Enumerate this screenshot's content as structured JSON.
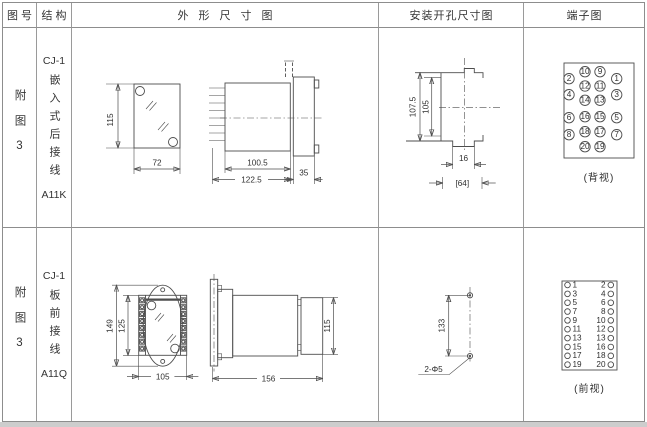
{
  "page": {
    "bg": "#ffffff",
    "line_color": "#4d4d4d",
    "border_color": "#8d8d8d"
  },
  "header": {
    "col_fig_no": "图号",
    "col_structure": "结构",
    "col_outline": "外形尺寸图",
    "col_install": "安装开孔尺寸图",
    "col_terminal": "端子图"
  },
  "rows": [
    {
      "fig_no": "附图3",
      "structure": {
        "model": "CJ-1",
        "mount": "嵌入式后接线",
        "code": "A11K"
      },
      "outline": {
        "front_height": "115",
        "front_width": "72",
        "body_depth": "100.5",
        "total_depth": "122.5",
        "flange_depth": "35"
      },
      "install": {
        "outer_height": "107.5",
        "inner_height": "105",
        "notch_width": "16",
        "opening_width": "[64]"
      },
      "terminal": {
        "view_label": "(背视)"
      }
    },
    {
      "fig_no": "附图3",
      "structure": {
        "model": "CJ-1",
        "mount": "板前接线",
        "code": "A11Q"
      },
      "outline": {
        "outer_height": "149",
        "inner_height": "125",
        "front_width": "105",
        "total_depth": "156",
        "rear_height": "115"
      },
      "install": {
        "hole_spacing": "133",
        "hole_spec": "2-Φ5"
      },
      "terminal": {
        "view_label": "(前视)"
      }
    }
  ],
  "terminals": {
    "rear_view": {
      "middle_rows": [
        [
          "10",
          "9"
        ],
        [
          "12",
          "11"
        ],
        [
          "14",
          "13"
        ],
        [
          "16",
          "15"
        ],
        [
          "18",
          "17"
        ],
        [
          "20",
          "19"
        ]
      ],
      "outer_rows": [
        [
          "2",
          "1"
        ],
        [
          "4",
          "3"
        ],
        [
          "6",
          "5"
        ],
        [
          "8",
          "7"
        ]
      ]
    },
    "front_view": {
      "rows": [
        [
          "1",
          "2"
        ],
        [
          "3",
          "4"
        ],
        [
          "5",
          "6"
        ],
        [
          "7",
          "8"
        ],
        [
          "9",
          "10"
        ],
        [
          "11",
          "12"
        ],
        [
          "13",
          "13"
        ],
        [
          "15",
          "16"
        ],
        [
          "17",
          "18"
        ],
        [
          "19",
          "20"
        ]
      ]
    }
  }
}
